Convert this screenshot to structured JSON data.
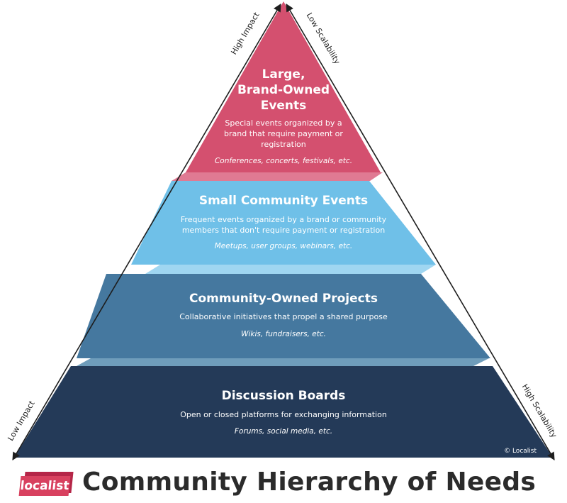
{
  "title": "Community Hierarchy of Needs",
  "logo_text": "localist",
  "copyright": "© Localist",
  "axes": {
    "left_top": "High Impact",
    "left_bottom": "Low Impact",
    "right_top": "Low Scalability",
    "right_bottom": "High Scalability"
  },
  "tiers": [
    {
      "title_lines": [
        "Large,",
        "Brand-Owned",
        "Events"
      ],
      "desc_lines": [
        "Special events organized by a",
        "brand that require payment or",
        "registration"
      ],
      "examples": "Conferences, concerts, festivals, etc.",
      "color": "#d4506f",
      "edge_color": "#e07a93"
    },
    {
      "title_lines": [
        "Small Community Events"
      ],
      "desc_lines": [
        "Frequent events organized by a brand or community",
        "members that don't require payment or registration"
      ],
      "examples": "Meetups, user groups, webinars, etc.",
      "color": "#6fc0e8",
      "edge_color": "#9fd6f1"
    },
    {
      "title_lines": [
        "Community-Owned Projects"
      ],
      "desc_lines": [
        "Collaborative initiatives that propel a shared purpose"
      ],
      "examples": "Wikis, fundraisers, etc.",
      "color": "#45789f",
      "edge_color": "#6f9dbb"
    },
    {
      "title_lines": [
        "Discussion Boards"
      ],
      "desc_lines": [
        "Open or closed platforms for exchanging information"
      ],
      "examples": "Forums, social media, etc.",
      "color": "#243a58",
      "edge_color": "#2c4566"
    }
  ]
}
